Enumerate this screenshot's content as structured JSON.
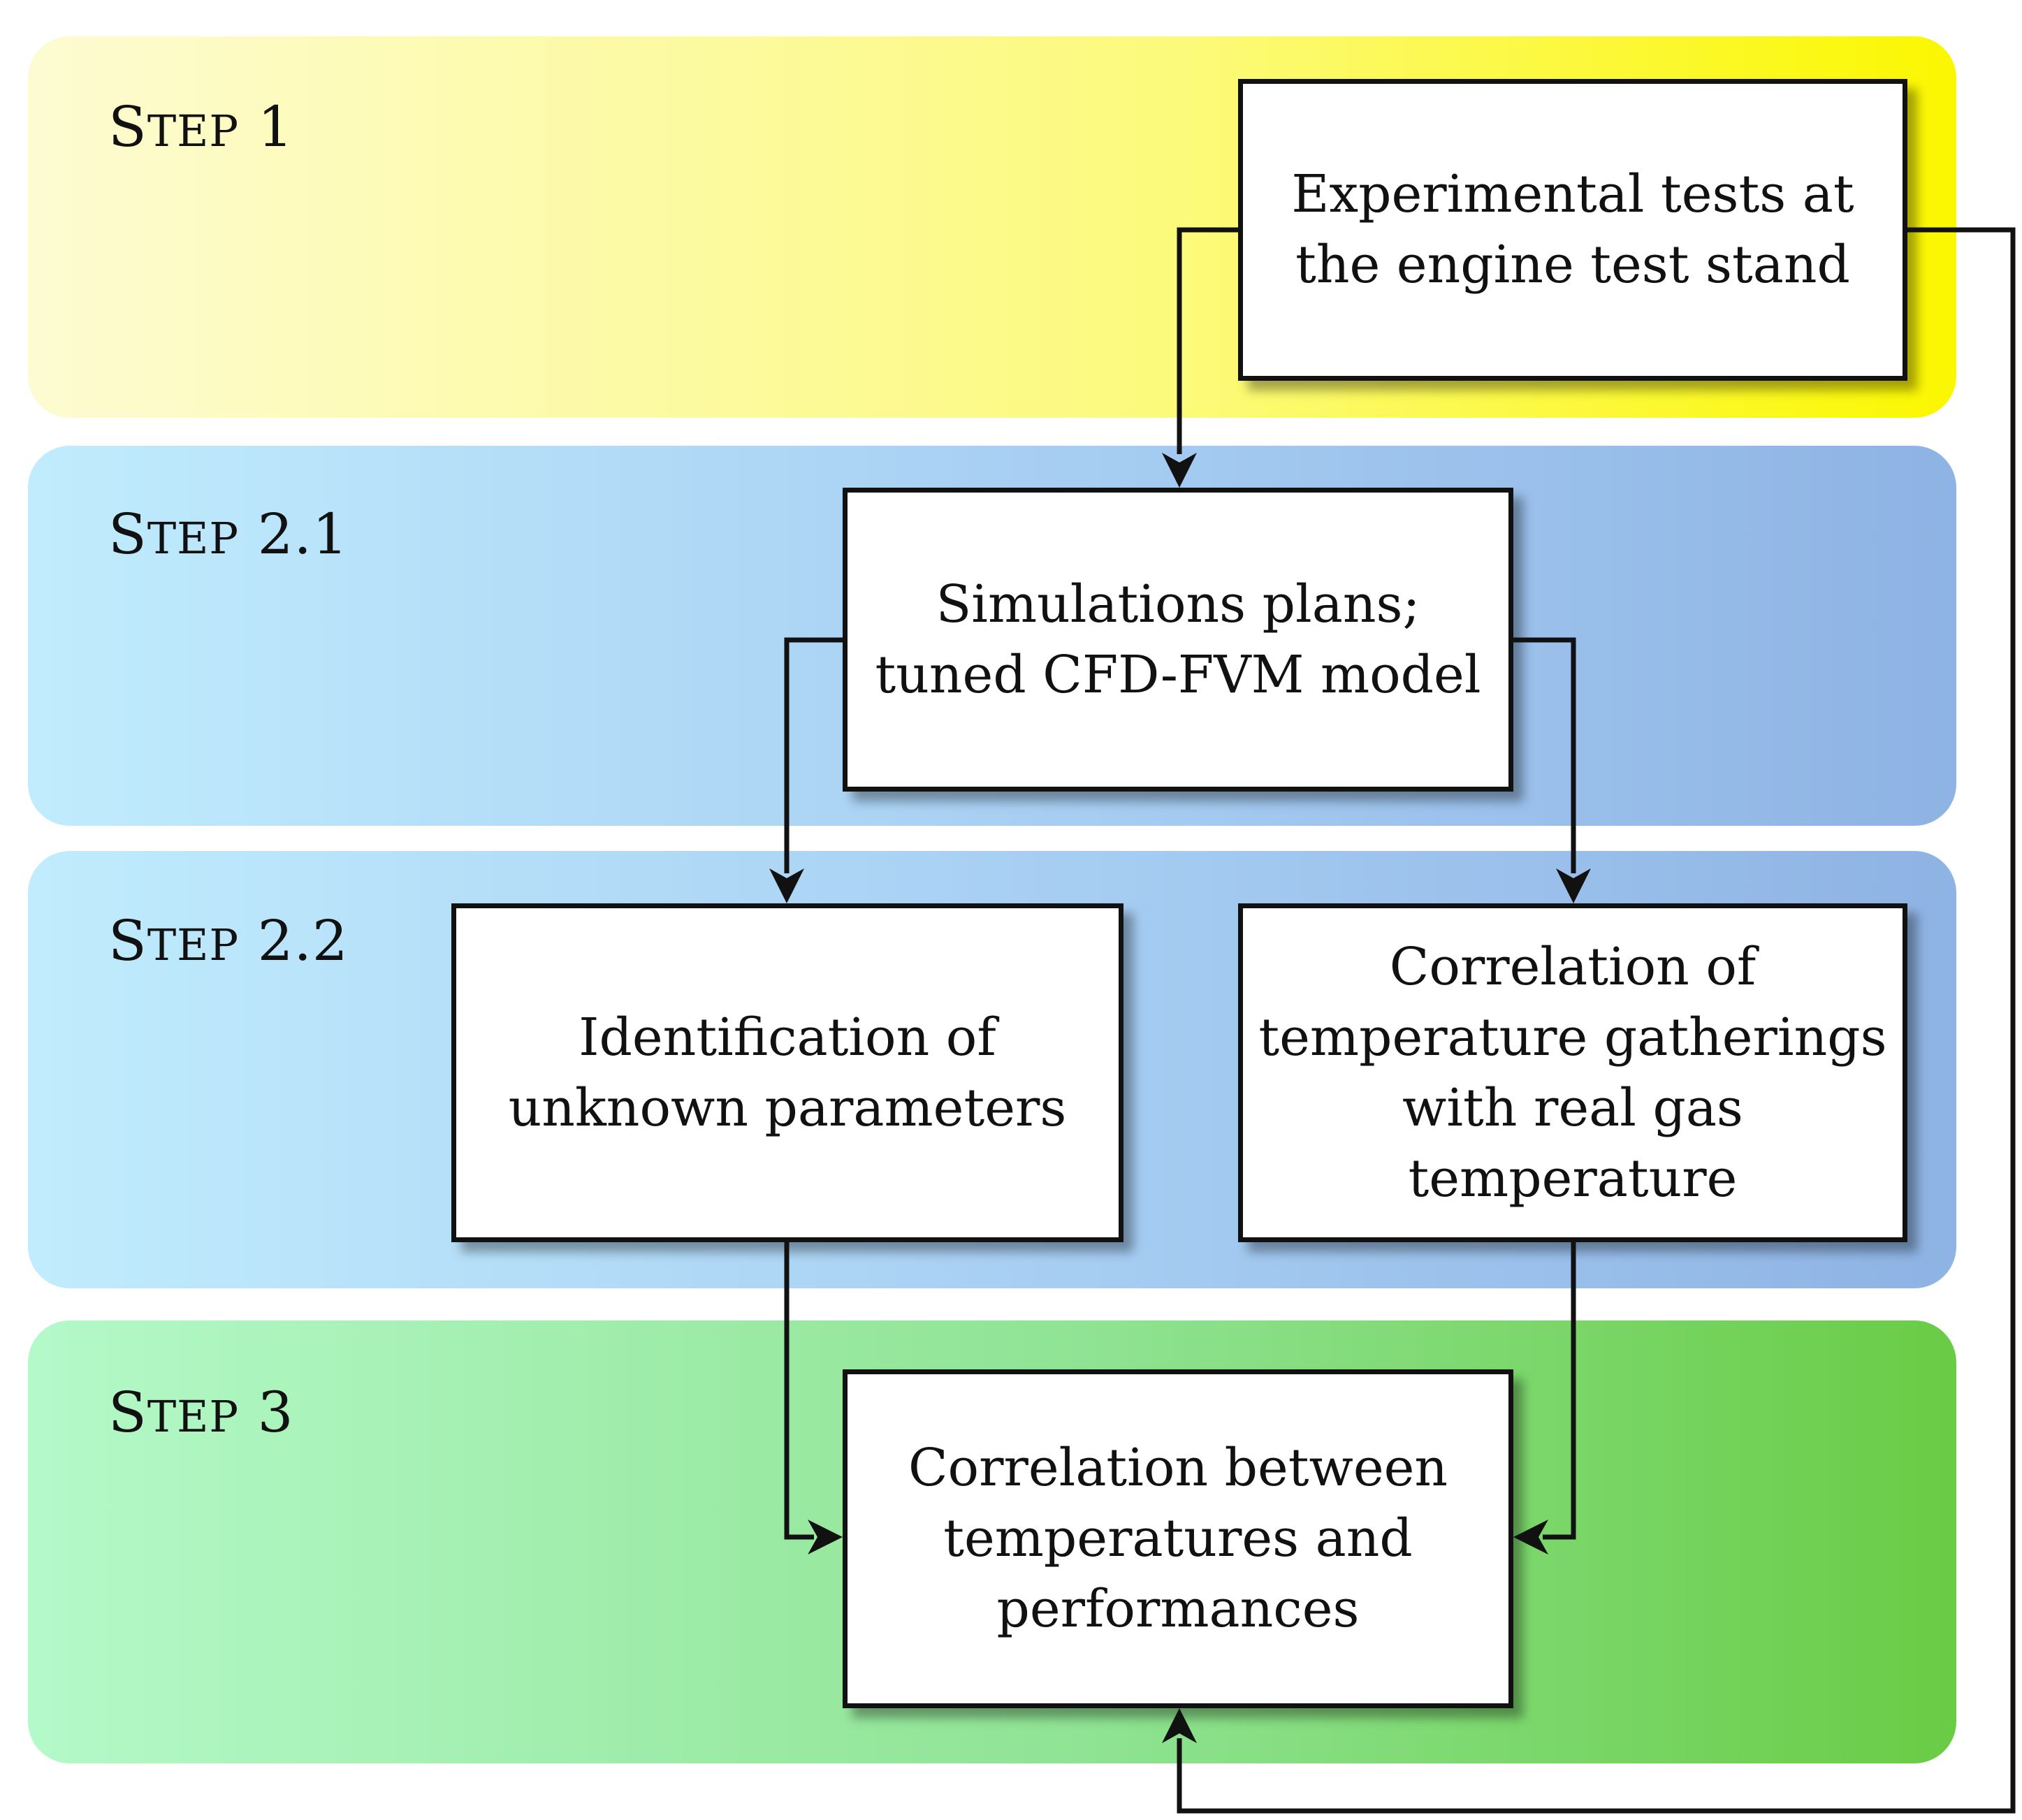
{
  "steps": [
    {
      "word_initial": "S",
      "word_rest": "tep",
      "number": "1"
    },
    {
      "word_initial": "S",
      "word_rest": "tep",
      "number": "2.1"
    },
    {
      "word_initial": "S",
      "word_rest": "tep",
      "number": "2.2"
    },
    {
      "word_initial": "S",
      "word_rest": "tep",
      "number": "3"
    }
  ],
  "boxes": {
    "experimental": "Experimental tests at\nthe engine test stand",
    "simulations": "Simulations plans;\ntuned CFD-FVM model",
    "identification": "Identification of\nunknown parameters",
    "correlation_gas": "Correlation of\ntemperature gatherings\nwith real gas\ntemperature",
    "correlation_perf": "Correlation between\ntemperatures and\nperformances"
  },
  "colors": {
    "step1_band": [
      "#fdfbd2",
      "#fbf700"
    ],
    "step2_band": [
      "#c0ecfd",
      "#8eb3e4"
    ],
    "step3_band": [
      "#b4f9c9",
      "#69cc45"
    ],
    "box_border": "#111111"
  }
}
